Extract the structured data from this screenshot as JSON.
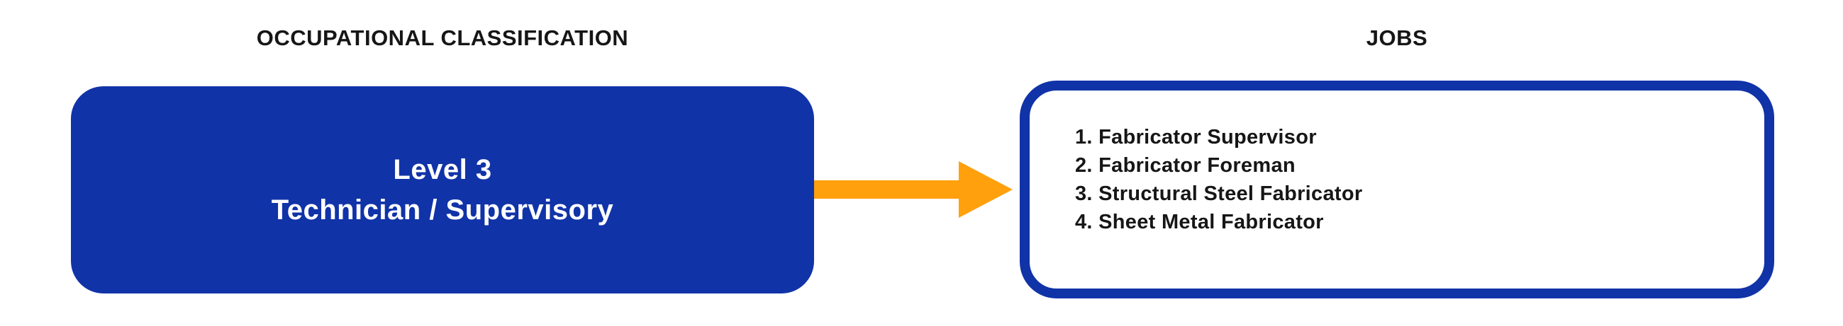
{
  "colors": {
    "blue": "#1133A8",
    "orange": "#FFA00C",
    "text_black": "#161616",
    "white": "#FFFFFF"
  },
  "headers": {
    "left": "OCCUPATIONAL CLASSIFICATION",
    "right": "JOBS"
  },
  "level_box": {
    "line1": "Level 3",
    "line2": "Technician / Supervisory"
  },
  "jobs_box": {
    "items": [
      "1. Fabricator Supervisor",
      "2. Fabricator Foreman",
      "3. Structural Steel Fabricator",
      "4. Sheet Metal Fabricator"
    ]
  }
}
